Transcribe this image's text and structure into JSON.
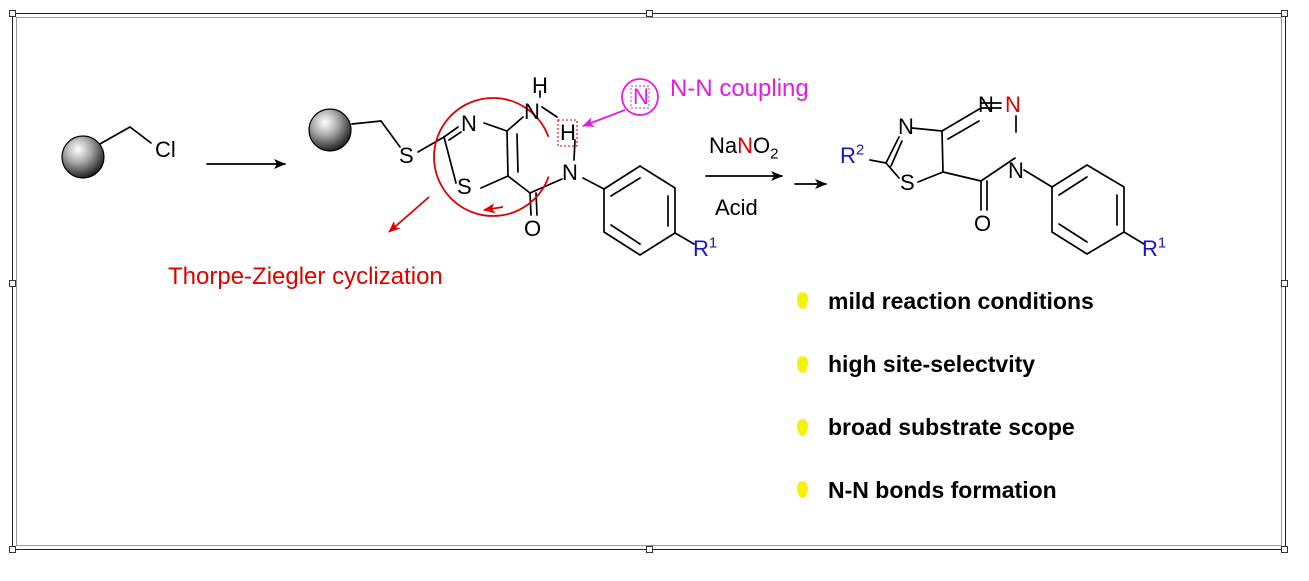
{
  "atoms": {
    "cl": "Cl",
    "s_link": "S",
    "n_thiazole": "N",
    "s_thiazole": "S",
    "nh_n": "N",
    "nh_h_top": "H",
    "h_box": "H",
    "n_amide": "N",
    "o_amide": "O",
    "n_circle": "N",
    "r1_a": "R",
    "r1_a_sup": "1",
    "p_n_thiazole": "N",
    "p_s_thiazole": "S",
    "p_n1": "N",
    "p_n2": "N",
    "p_n3": "N",
    "p_o": "O",
    "r2": "R",
    "r2_sup": "2",
    "r1_b": "R",
    "r1_b_sup": "1"
  },
  "labels": {
    "nn_coupling": "N-N coupling",
    "thorpe": "Thorpe-Ziegler cyclization",
    "reagent_na": "Na",
    "reagent_n": "N",
    "reagent_o": "O",
    "reagent_sub": "2",
    "reagent_acid": "Acid"
  },
  "bullets": [
    "mild reaction conditions",
    "high site-selectvity",
    "broad substrate scope",
    "N-N bonds formation"
  ],
  "colors": {
    "red": "#e00000",
    "blue": "#1414c8",
    "magenta": "#e21ce2",
    "bullet_yellow": "#f7f10a"
  }
}
